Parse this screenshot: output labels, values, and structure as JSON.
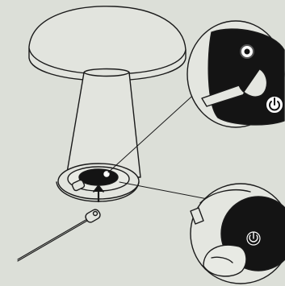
{
  "diagram": {
    "background_color": "#dcdfd8",
    "line_color": "#1a1a1a",
    "fill_light": "#e4e6e0",
    "fill_dark": "#141414",
    "indicator_glow": "#ffffff",
    "icons": {
      "power_button_top": "power-icon",
      "power_button_bottom": "power-icon",
      "insert_direction": "up-arrow"
    },
    "parts": [
      "lamp-shade",
      "lamp-stem",
      "lamp-base",
      "charging-cable",
      "magnifier-charging-port",
      "magnifier-power-button",
      "finger"
    ]
  }
}
